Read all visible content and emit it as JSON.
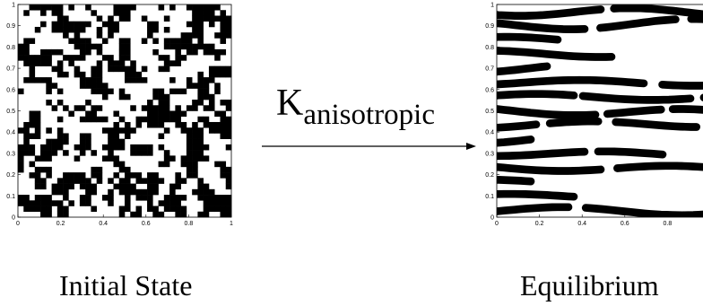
{
  "left_panel": {
    "caption": "Initial State",
    "x_ticks": [
      "0",
      "0.2",
      "0.4",
      "0.6",
      "0.8",
      "1"
    ],
    "y_ticks": [
      "0",
      "0.1",
      "0.2",
      "0.3",
      "0.4",
      "0.5",
      "0.6",
      "0.7",
      "0.8",
      "0.9",
      "1"
    ],
    "pattern": "random binary pixel grid (black/white)"
  },
  "right_panel": {
    "caption": "Equilibrium",
    "x_ticks": [
      "0",
      "0.2",
      "0.4",
      "0.6",
      "0.8"
    ],
    "y_ticks": [
      "0",
      "0.1",
      "0.2",
      "0.3",
      "0.4",
      "0.5",
      "0.6",
      "0.7",
      "0.8",
      "0.9",
      "1"
    ],
    "pattern": "horizontal black stripes (labyrinth)"
  },
  "arrow": {
    "label_main": "K",
    "label_sub": "anisotropic"
  },
  "colors": {
    "foreground": "#000000",
    "background": "#ffffff"
  }
}
